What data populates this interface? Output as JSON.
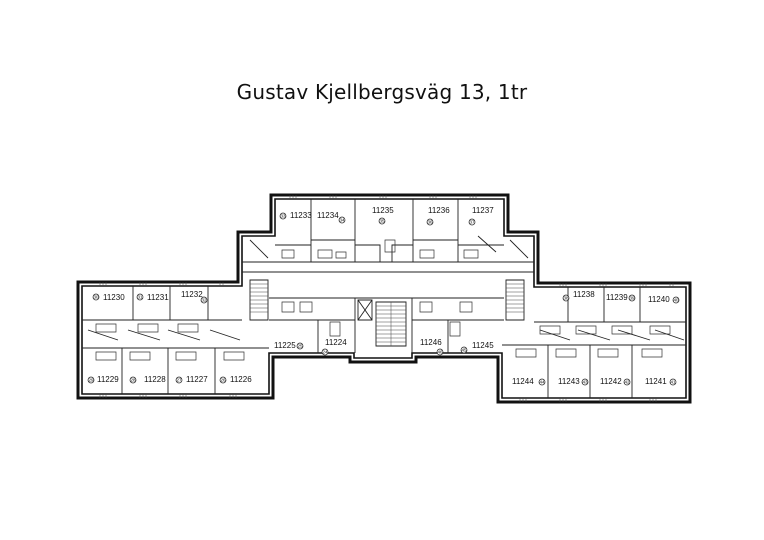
{
  "title": "Gustav Kjellbergsväg 13, 1tr",
  "rooms": [
    {
      "id": "11233",
      "badge": "33"
    },
    {
      "id": "11234",
      "badge": "34"
    },
    {
      "id": "11235",
      "badge": "35"
    },
    {
      "id": "11236",
      "badge": "36"
    },
    {
      "id": "11237",
      "badge": "37"
    },
    {
      "id": "11230",
      "badge": "30"
    },
    {
      "id": "11231",
      "badge": "31"
    },
    {
      "id": "11232",
      "badge": "32"
    },
    {
      "id": "11238",
      "badge": "38"
    },
    {
      "id": "11239",
      "badge": "39"
    },
    {
      "id": "11240",
      "badge": "40"
    },
    {
      "id": "11225",
      "badge": "25"
    },
    {
      "id": "11224",
      "badge": "24"
    },
    {
      "id": "11246",
      "badge": "46"
    },
    {
      "id": "11245",
      "badge": "45"
    },
    {
      "id": "11229",
      "badge": "29"
    },
    {
      "id": "11228",
      "badge": "28"
    },
    {
      "id": "11227",
      "badge": "27"
    },
    {
      "id": "11226",
      "badge": "26"
    },
    {
      "id": "11244",
      "badge": "44"
    },
    {
      "id": "11243",
      "badge": "43"
    },
    {
      "id": "11242",
      "badge": "42"
    },
    {
      "id": "11241",
      "badge": "41"
    }
  ]
}
